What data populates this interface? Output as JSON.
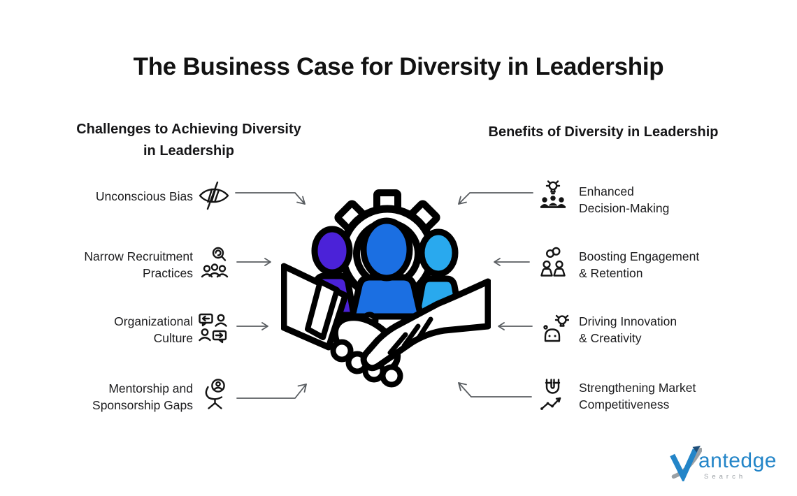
{
  "title": "The Business Case for Diversity in Leadership",
  "left_section": {
    "heading_line1": "Challenges to Achieving Diversity",
    "heading_line2": "in Leadership",
    "items": [
      {
        "line1": "Unconscious Bias",
        "line2": "",
        "icon": "eye-off-icon"
      },
      {
        "line1": "Narrow Recruitment",
        "line2": "Practices",
        "icon": "magnifier-people-icon"
      },
      {
        "line1": "Organizational",
        "line2": "Culture",
        "icon": "chat-people-icon"
      },
      {
        "line1": "Mentorship and",
        "line2": "Sponsorship Gaps",
        "icon": "chair-person-icon"
      }
    ]
  },
  "right_section": {
    "heading": "Benefits of Diversity in Leadership",
    "items": [
      {
        "line1": "Enhanced",
        "line2": "Decision-Making",
        "icon": "lightbulb-group-icon"
      },
      {
        "line1": "Boosting Engagement",
        "line2": "& Retention",
        "icon": "link-people-icon"
      },
      {
        "line1": "Driving Innovation",
        "line2": "& Creativity",
        "icon": "person-lightbulb-icon"
      },
      {
        "line1": "Strengthening Market",
        "line2": "Competitiveness",
        "icon": "magnet-chart-icon"
      }
    ]
  },
  "center_graphic": {
    "depicts": "handshake in front of three people and a gear",
    "colors": {
      "person_left": "#4b22d8",
      "person_center": "#1b6fe2",
      "person_right": "#29a9ee",
      "outline": "#000000"
    }
  },
  "logo": {
    "wordmark": "antedge",
    "subtext": "Search",
    "blue": "#2385c8",
    "gray": "#9aa0a5"
  },
  "palette": {
    "text": "#1c1c1e",
    "arrow": "#595d61",
    "background": "#ffffff"
  }
}
